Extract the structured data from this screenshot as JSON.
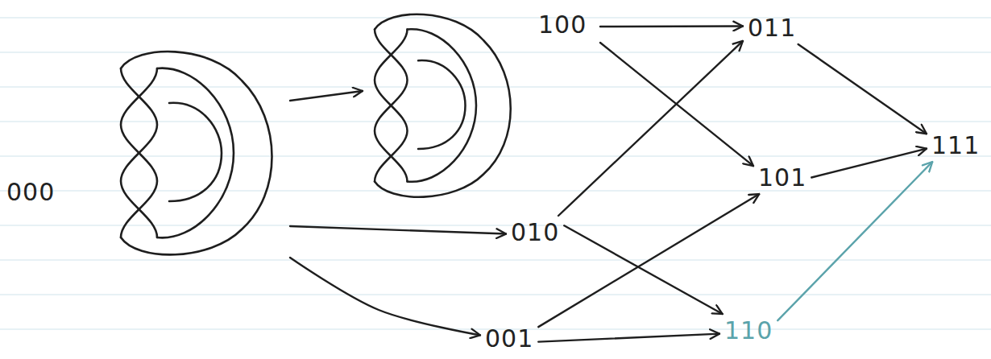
{
  "diagram": {
    "nodes": [
      {
        "text": [
          "000"
        ]
      },
      {
        "text": [
          "100"
        ]
      },
      {
        "text": [
          "010"
        ]
      },
      {
        "text": [
          "001"
        ]
      },
      {
        "text": [
          "011"
        ]
      },
      {
        "text": [
          "101"
        ]
      },
      {
        "text": [
          "110"
        ]
      },
      {
        "text": [
          "111"
        ]
      }
    ],
    "edges": [
      {
        "from": 0,
        "to": 1,
        "arrow": "to"
      },
      {
        "from": 0,
        "to": 2,
        "arrow": "to"
      },
      {
        "from": 0,
        "to": 3,
        "arrow": "to"
      },
      {
        "from": 1,
        "to": 4,
        "arrow": "to"
      },
      {
        "from": 1,
        "to": 5,
        "arrow": "to"
      },
      {
        "from": 2,
        "to": 4,
        "arrow": "to"
      },
      {
        "from": 2,
        "to": 6,
        "arrow": "to"
      },
      {
        "from": 3,
        "to": 5,
        "arrow": "to"
      },
      {
        "from": 3,
        "to": 6,
        "arrow": "to"
      },
      {
        "from": 4,
        "to": 7,
        "arrow": "to"
      },
      {
        "from": 5,
        "to": 7,
        "arrow": "to"
      },
      {
        "from": 6,
        "to": 7,
        "arrow": "to"
      }
    ]
  }
}
